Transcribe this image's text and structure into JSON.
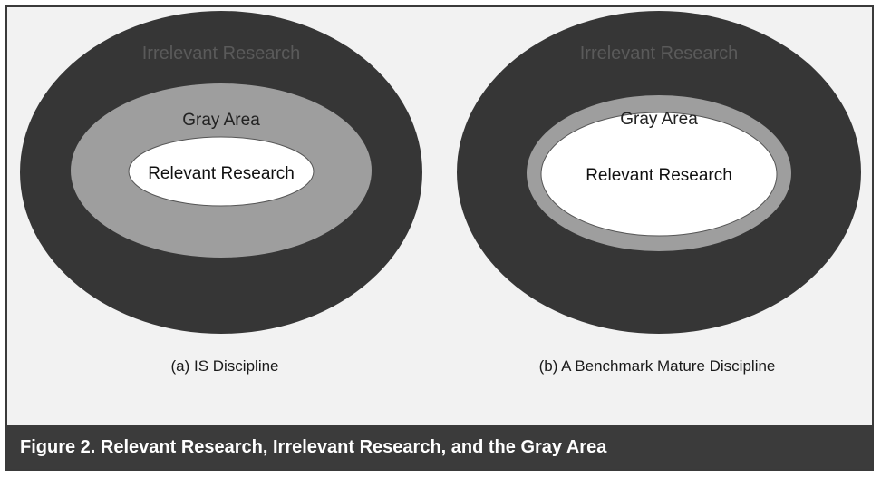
{
  "panels": [
    {
      "outer_label": "Irrelevant Research",
      "middle_label": "Gray Area",
      "inner_label": "Relevant Research",
      "caption": "(a)  IS Discipline"
    },
    {
      "outer_label": "Irrelevant Research",
      "middle_label": "Gray Area",
      "inner_label": "Relevant Research",
      "caption": "(b)  A Benchmark Mature Discipline"
    }
  ],
  "figure_caption": "Figure 2.  Relevant Research, Irrelevant Research, and the Gray Area",
  "colors": {
    "outer": "#363636",
    "middle": "#9e9e9e",
    "inner": "#ffffff",
    "background": "#f2f2f2",
    "caption_bar": "#3b3b3b"
  }
}
